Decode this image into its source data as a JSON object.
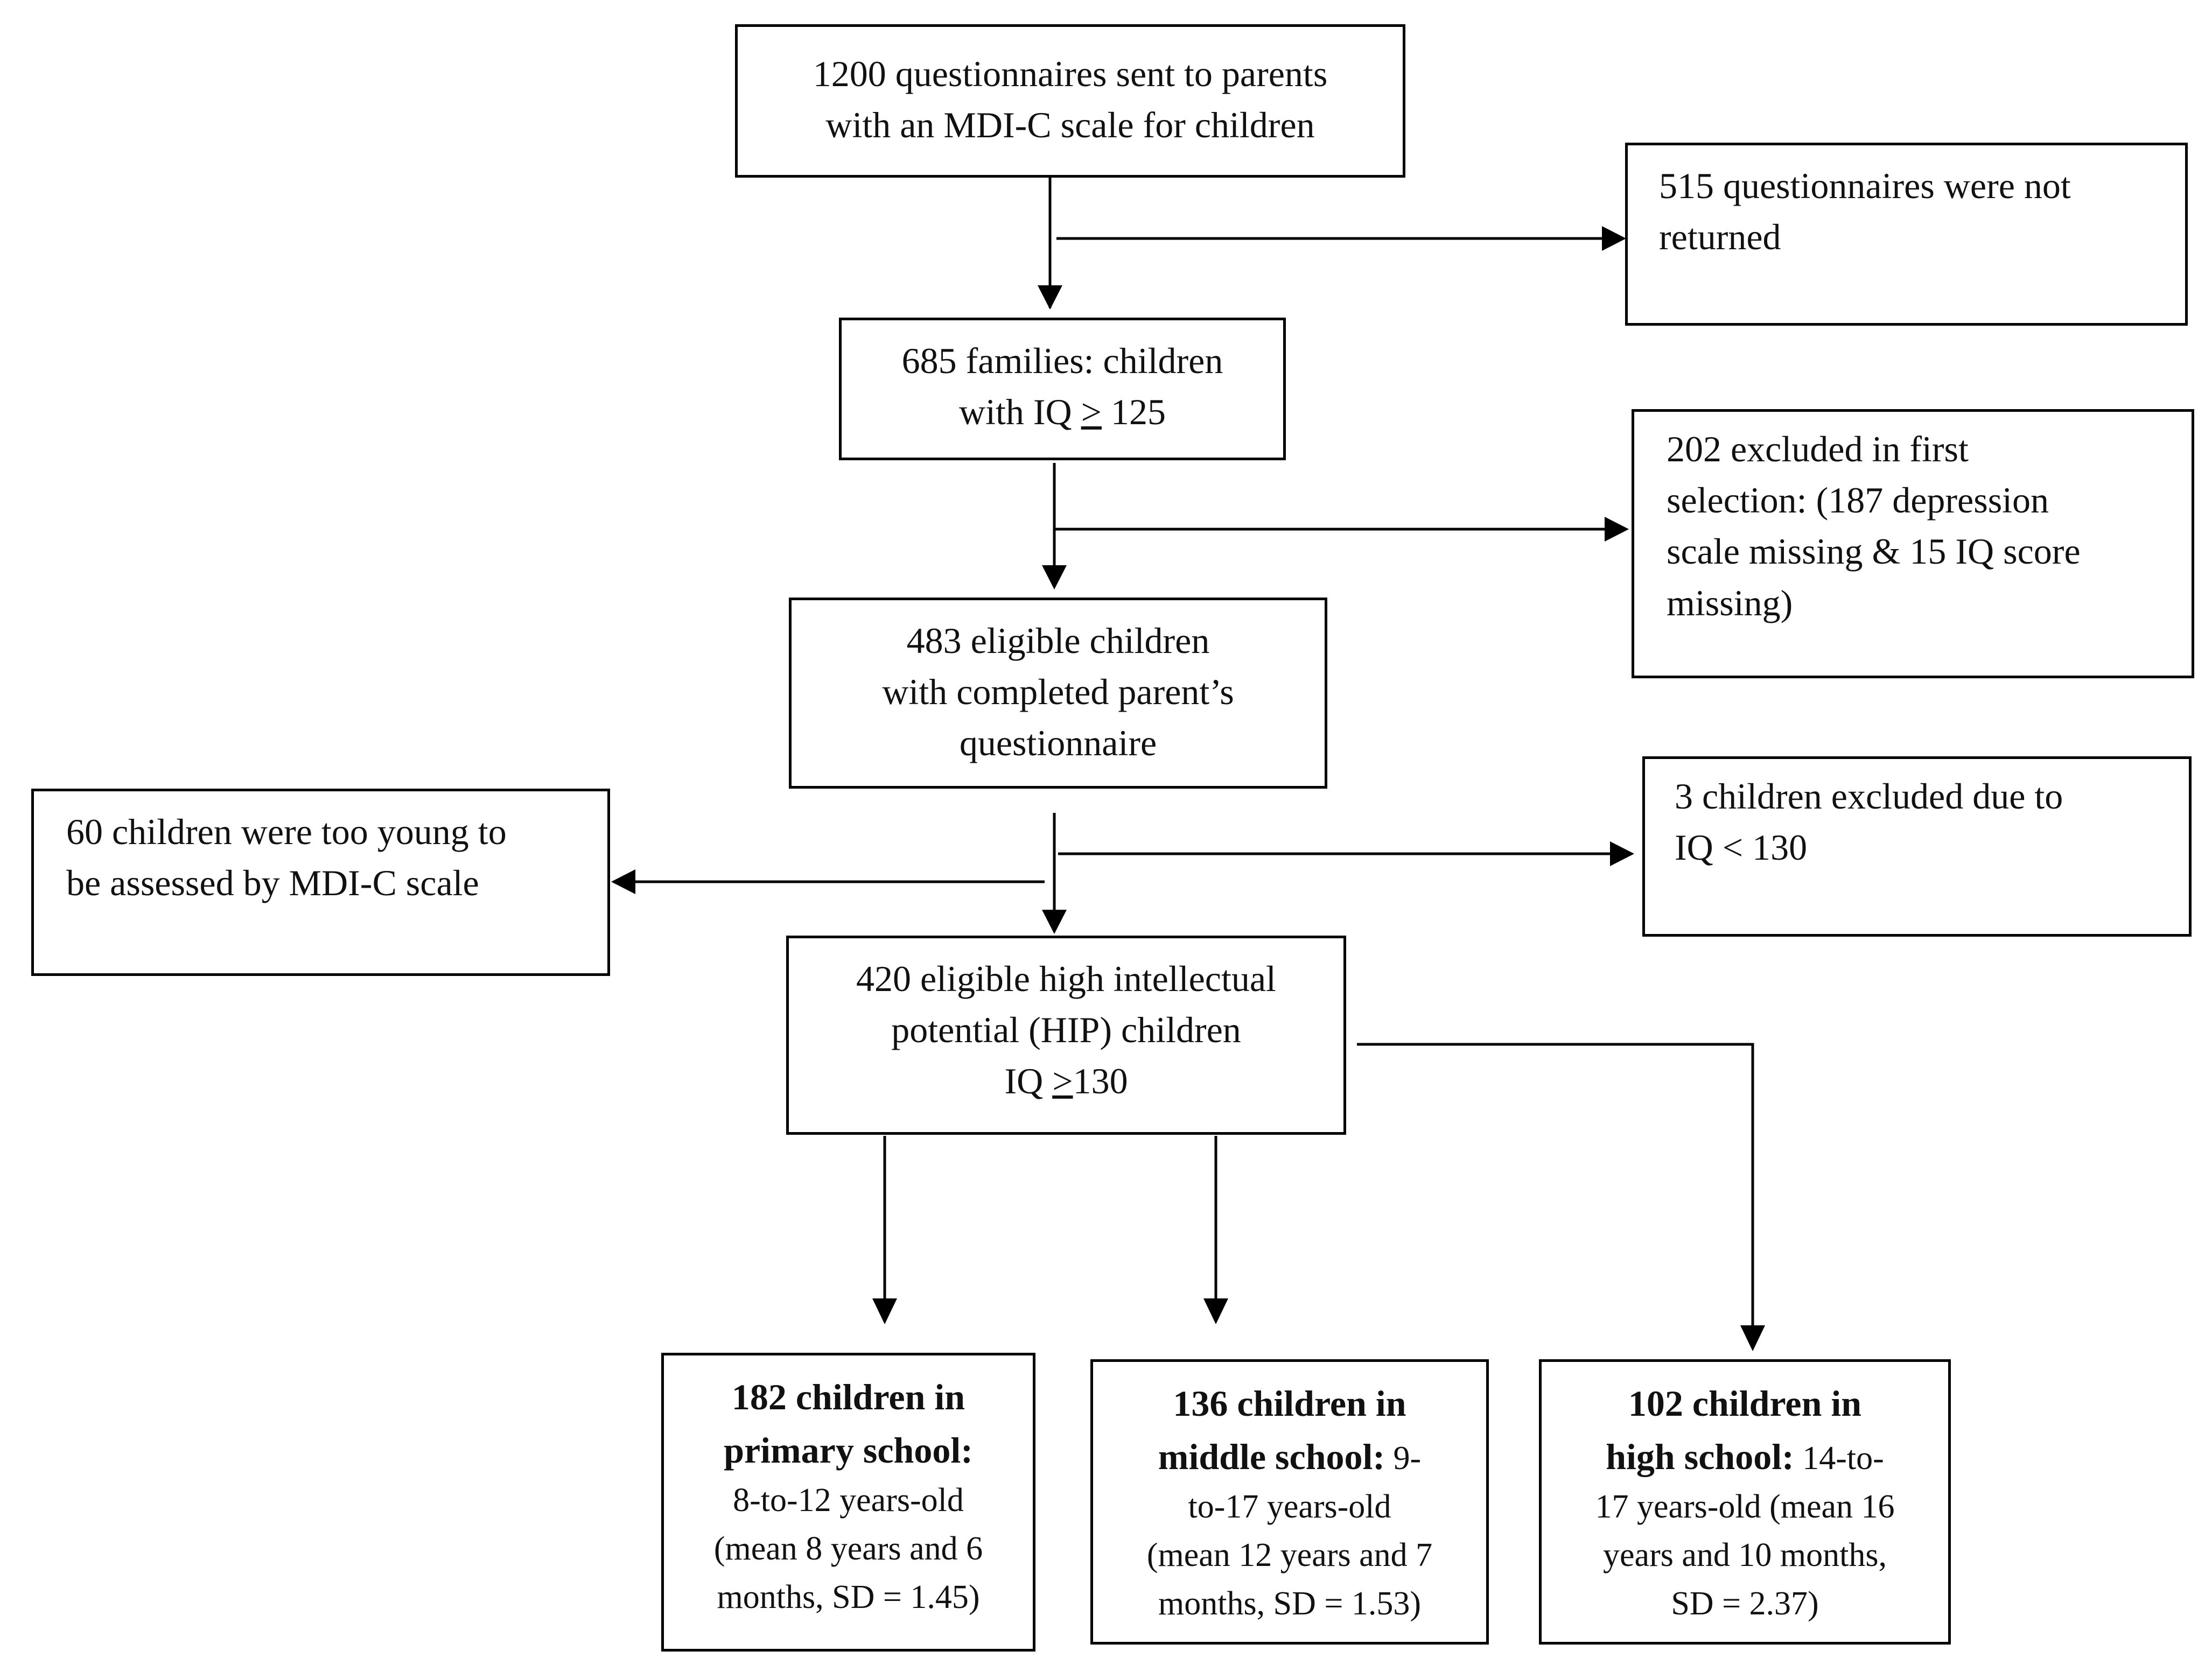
{
  "flowchart": {
    "box_start": {
      "lines": [
        "1200 questionnaires sent to parents",
        "with an MDI-C scale for children"
      ]
    },
    "box_not_returned": {
      "lines": [
        "515 questionnaires were not",
        "returned"
      ]
    },
    "box_families": {
      "line1": "685 families: children",
      "line2_prefix": "with IQ ",
      "line2_symbol": ">",
      "line2_suffix": " 125"
    },
    "box_excluded_first": {
      "lines": [
        "202 excluded in first",
        "selection: (187 depression",
        "scale missing & 15 IQ score",
        "missing)"
      ]
    },
    "box_eligible": {
      "lines": [
        "483 eligible children",
        "with completed parent’s",
        "questionnaire"
      ]
    },
    "box_too_young": {
      "lines": [
        "60 children were too young to",
        "be assessed by MDI-C scale"
      ]
    },
    "box_excluded_iq": {
      "lines": [
        "3 children excluded due to",
        "IQ < 130"
      ]
    },
    "box_hip": {
      "line1": "420 eligible high intellectual",
      "line2": "potential (HIP) children",
      "line3_prefix": "IQ ",
      "line3_symbol": ">",
      "line3_suffix": "130"
    },
    "box_primary": {
      "bold1": "182 children in",
      "bold2": "primary school:",
      "rest": [
        "8-to-12 years-old",
        "(mean 8 years and 6",
        "months, SD = 1.45)"
      ]
    },
    "box_middle": {
      "bold1": "136 children in",
      "bold2": "middle school:",
      "bold2_tail": " 9-",
      "rest": [
        "to-17 years-old",
        "(mean 12 years and 7",
        "months, SD = 1.53)"
      ]
    },
    "box_high": {
      "bold1": "102 children in",
      "bold2": "high school:",
      "bold2_tail": " 14-to-",
      "rest": [
        "17 years-old (mean 16",
        "years and 10 months,",
        "SD = 2.37)"
      ]
    }
  }
}
